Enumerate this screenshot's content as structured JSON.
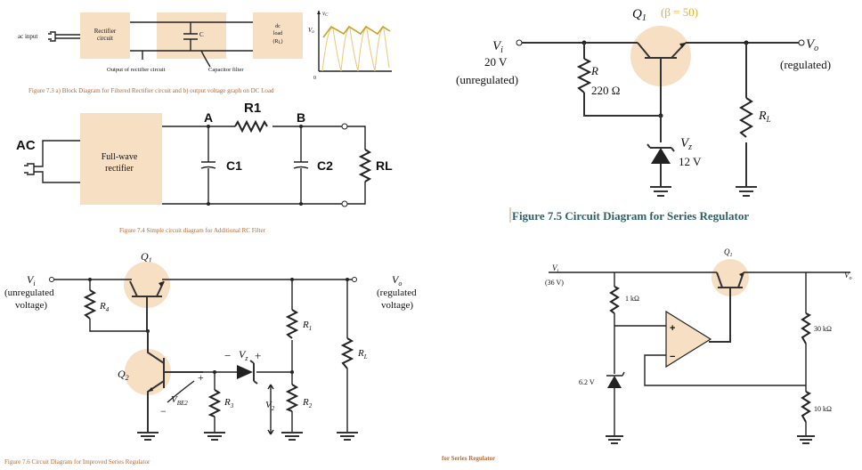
{
  "fig73": {
    "ac_input": "ac input",
    "rectifier_l1": "Rectifier",
    "rectifier_l2": "circuit",
    "cap_c": "C",
    "load_l1": "dc",
    "load_l2": "load",
    "load_l3": "(R",
    "load_sub": "L",
    "load_close": ")",
    "vc": "v",
    "vc_sub": "C",
    "vo": "V",
    "vo_sub": "o",
    "zero": "0",
    "out_rect": "Output of rectifier circuit",
    "cap_filter": "Capacitor filter",
    "caption": "Figure 7.3 a) Block Diagram for Filtered Rectifier circuit and b) output voltage graph on DC Load"
  },
  "fig74": {
    "ac": "AC",
    "fw_l1": "Full-wave",
    "fw_l2": "rectifier",
    "node_a": "A",
    "node_b": "B",
    "r1": "R1",
    "c1": "C1",
    "c2": "C2",
    "rl": "RL",
    "caption": "Figure 7.4 Simple circuit diagram for Additional RC Filter"
  },
  "fig75": {
    "q1": "Q",
    "q1_sub": "1",
    "beta": "(β = 50)",
    "vi": "V",
    "vi_sub": "i",
    "vi_val": "20 V",
    "unreg": "(unregulated)",
    "r": "R",
    "r_val": "220 Ω",
    "vz": "V",
    "vz_sub": "z",
    "vz_val": "12 V",
    "vo": "V",
    "vo_sub": "o",
    "reg": "(regulated)",
    "rl": "R",
    "rl_sub": "L",
    "caption": "Figure 7.5 Circuit Diagram for Series Regulator"
  },
  "fig76": {
    "q1": "Q",
    "q1_sub": "1",
    "vi": "V",
    "vi_sub": "i",
    "unreg_l1": "(unregulated",
    "unreg_l2": "voltage)",
    "vo": "V",
    "vo_sub": "o",
    "reg_l1": "(regulated",
    "reg_l2": "voltage)",
    "r4": "R",
    "r4_sub": "4",
    "q2": "Q",
    "q2_sub": "2",
    "vz": "V",
    "vz_sub": "z",
    "minus": "−",
    "plus": "+",
    "r1": "R",
    "r1_sub": "1",
    "r2": "R",
    "r2_sub": "2",
    "r3": "R",
    "r3_sub": "3",
    "rl": "R",
    "rl_sub": "L",
    "v2": "V",
    "v2_sub": "2",
    "vbe": "V",
    "vbe_sub": "BE2",
    "caption": "Figure 7.6 Circuit Diagram for Improved Series Regulator"
  },
  "fig77": {
    "q1": "Q",
    "q1_sub": "1",
    "vi": "V",
    "vi_sub": "i",
    "vi_val": "(36 V)",
    "vo": "V",
    "vo_sub": "o",
    "r_1k": "1 kΩ",
    "zener": "6.2 V",
    "r_30k": "30 kΩ",
    "r_10k": "10 kΩ",
    "plus": "+",
    "minus": "−",
    "caption": "for Series Regulator"
  },
  "colors": {
    "block_fill": "#f7dfc4",
    "transistor_circle": "#f7dfc4",
    "caption_brown": "#b06a3a",
    "caption_teal": "#2e5f66",
    "ripple": "#d9b84a"
  }
}
